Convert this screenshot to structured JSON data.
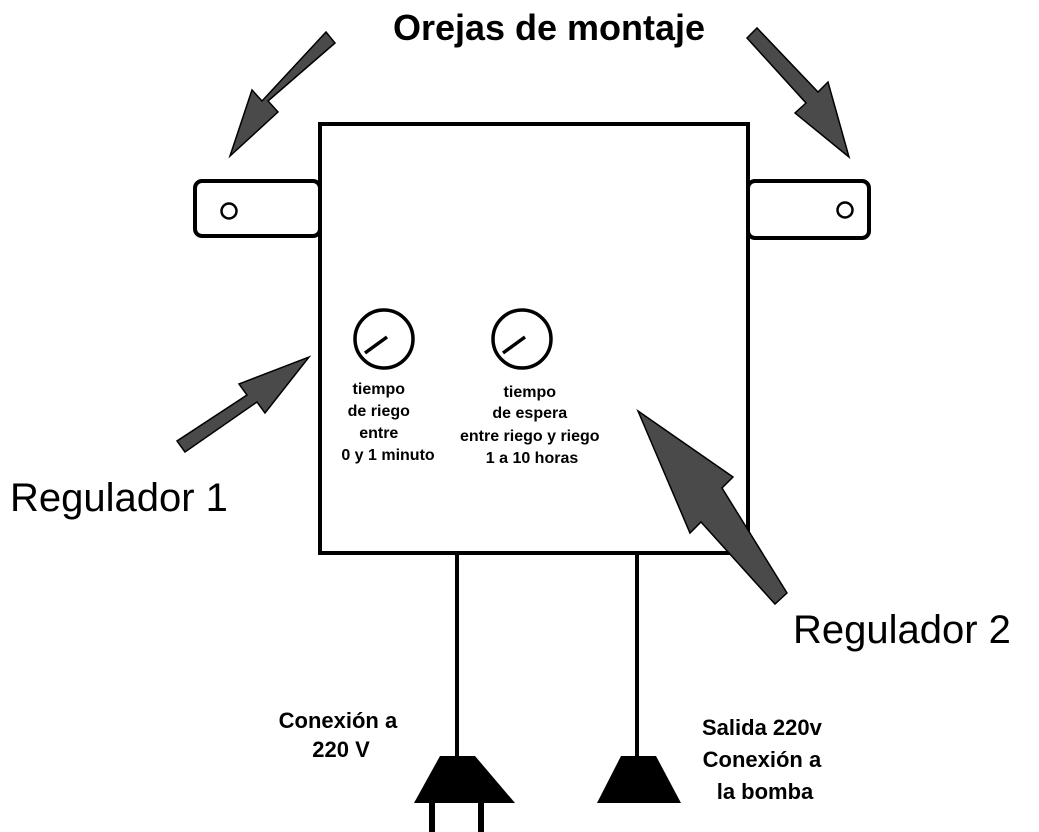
{
  "title": "Orejas de montaje",
  "knob1": {
    "caption": [
      "tiempo",
      "de riego",
      "entre",
      "0 y 1 minuto"
    ]
  },
  "knob2": {
    "caption": [
      "tiempo",
      "de espera",
      "entre riego y riego",
      "1 a 10 horas"
    ]
  },
  "label_regulador1": "Regulador 1",
  "label_regulador2": "Regulador 2",
  "label_input": [
    "Conexión a",
    "220 V"
  ],
  "label_output": [
    "Salida 220v",
    "Conexión a",
    "la bomba"
  ],
  "colors": {
    "arrow": "#4a4a4a",
    "stroke": "#000000",
    "plug": "#000000"
  }
}
